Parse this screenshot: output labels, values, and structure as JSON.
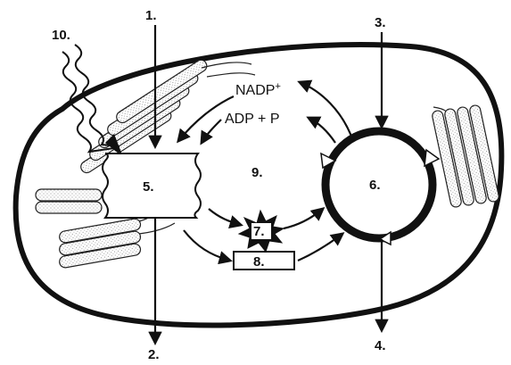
{
  "labels": {
    "l1": "1.",
    "l2": "2.",
    "l3": "3.",
    "l4": "4.",
    "l5": "5.",
    "l6": "6.",
    "l7": "7.",
    "l8": "8.",
    "l9": "9.",
    "l10": "10."
  },
  "chem": {
    "nadp": "NADP",
    "nadp_charge": "+",
    "adp_p": "ADP + P"
  },
  "colors": {
    "stroke": "#111111",
    "background": "#ffffff"
  }
}
